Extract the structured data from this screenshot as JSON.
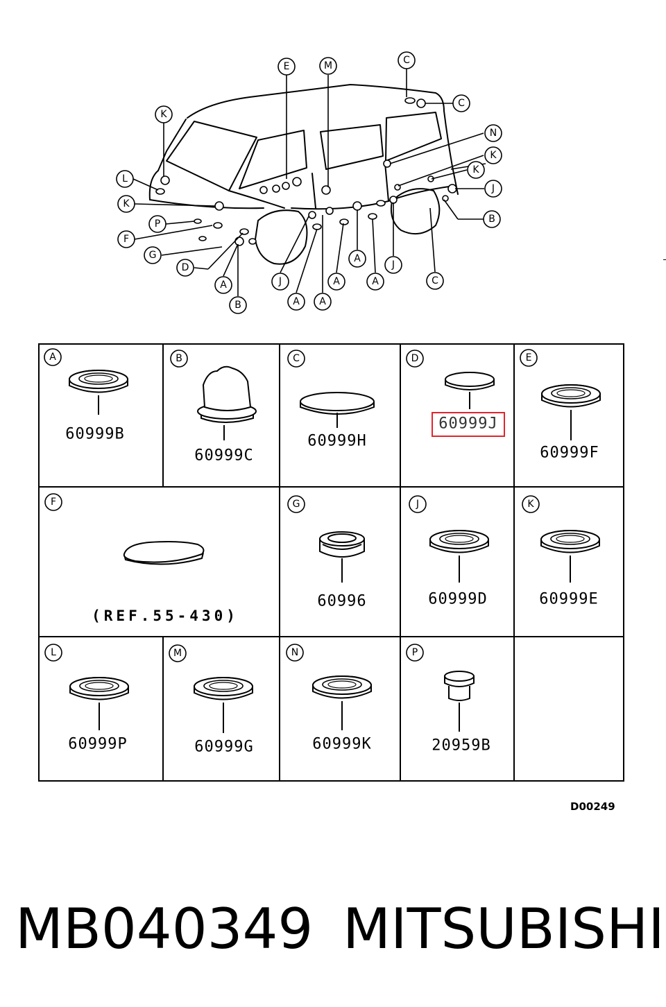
{
  "diagram_code": "D00249",
  "footer": {
    "part_number": "MB040349",
    "brand": "MITSUBISHI"
  },
  "highlighted_cell": "D",
  "highlight_color": "#e0242c",
  "callouts": [
    {
      "letter": "E"
    },
    {
      "letter": "M"
    },
    {
      "letter": "C"
    },
    {
      "letter": "C"
    },
    {
      "letter": "K"
    },
    {
      "letter": "N"
    },
    {
      "letter": "K"
    },
    {
      "letter": "K"
    },
    {
      "letter": "J"
    },
    {
      "letter": "L"
    },
    {
      "letter": "K"
    },
    {
      "letter": "P"
    },
    {
      "letter": "F"
    },
    {
      "letter": "G"
    },
    {
      "letter": "D"
    },
    {
      "letter": "A"
    },
    {
      "letter": "B"
    },
    {
      "letter": "J"
    },
    {
      "letter": "A"
    },
    {
      "letter": "A"
    },
    {
      "letter": "A"
    },
    {
      "letter": "A"
    },
    {
      "letter": "A"
    },
    {
      "letter": "J"
    },
    {
      "letter": "C"
    },
    {
      "letter": "B"
    }
  ],
  "cells": [
    {
      "letter": "A",
      "code": "60999B"
    },
    {
      "letter": "B",
      "code": "60999C"
    },
    {
      "letter": "C",
      "code": "60999H"
    },
    {
      "letter": "D",
      "code": "60999J"
    },
    {
      "letter": "E",
      "code": "60999F"
    },
    {
      "letter": "F",
      "code": "(REF.55-430)"
    },
    {
      "letter": "G",
      "code": "60996"
    },
    {
      "letter": "J",
      "code": "60999D"
    },
    {
      "letter": "K",
      "code": "60999E"
    },
    {
      "letter": "L",
      "code": "60999P"
    },
    {
      "letter": "M",
      "code": "60999G"
    },
    {
      "letter": "N",
      "code": "60999K"
    },
    {
      "letter": "P",
      "code": "20959B"
    }
  ]
}
